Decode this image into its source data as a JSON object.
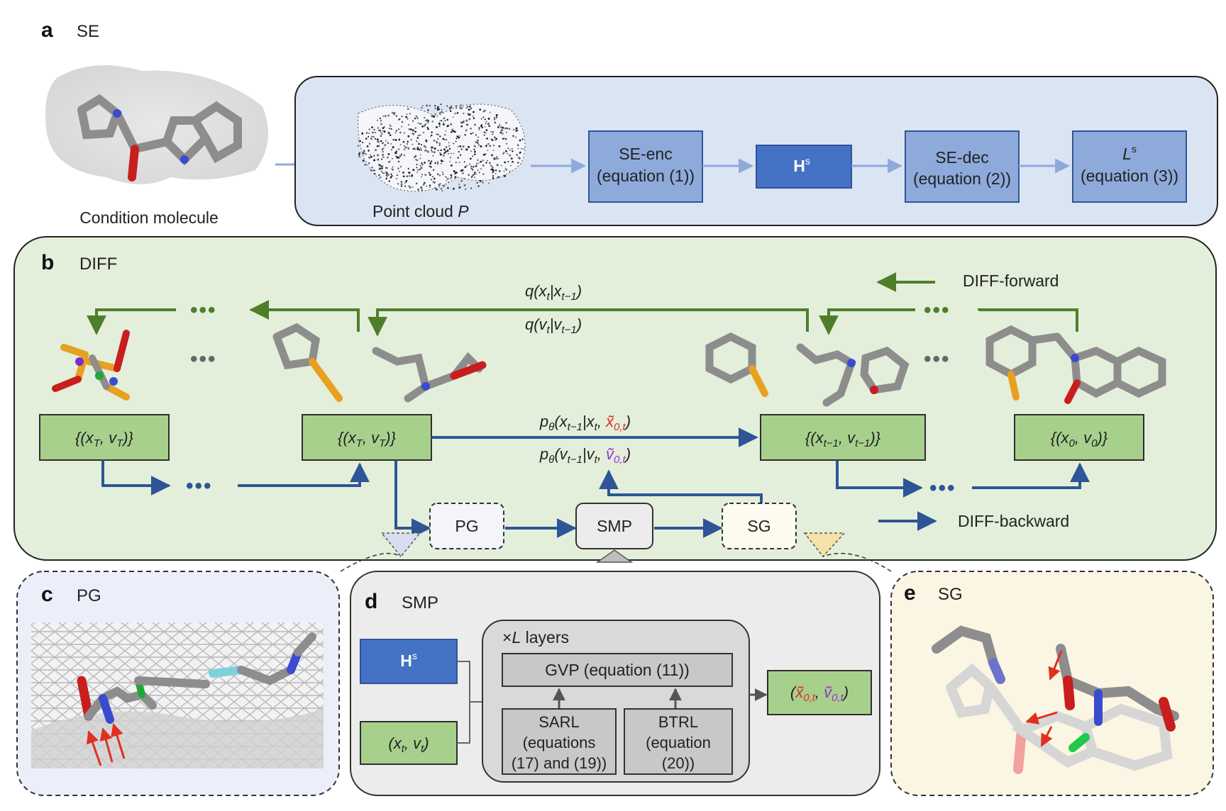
{
  "panel_a": {
    "letter": "a",
    "title": "SE",
    "condition_caption": "Condition molecule",
    "pointcloud_caption": "Point cloud",
    "pointcloud_symbol": "P",
    "se_enc": {
      "line1": "SE-enc",
      "line2": "(equation (1))"
    },
    "hs": {
      "base": "H",
      "sup": "s"
    },
    "se_dec": {
      "line1": "SE-dec",
      "line2": "(equation (2))"
    },
    "loss": {
      "base": "L",
      "sup": "s",
      "line2": "(equation (3))"
    }
  },
  "panel_b": {
    "letter": "b",
    "title": "DIFF",
    "forward_label": "DIFF-forward",
    "backward_label": "DIFF-backward",
    "ellipsis": "•••",
    "q_x": "q(x_t|x_t−1)",
    "q_v": "q(v_t|v_t−1)",
    "p_x": "p_θ(x_t−1|x_t, x̃_0,t)",
    "p_v": "p_θ(v_t−1|v_t, ṽ_0,t)",
    "state_T": "{(x_T, v_T)}",
    "state_t1": "{(x_t−1, v_t−1)}",
    "state_0": "{(x_0, v_0)}",
    "pg": "PG",
    "smp": "SMP",
    "sg": "SG"
  },
  "panel_c": {
    "letter": "c",
    "title": "PG"
  },
  "panel_d": {
    "letter": "d",
    "title": "SMP",
    "layers": "×L layers",
    "gvp": "GVP (equation (11))",
    "sarl": [
      "SARL",
      "(equations",
      "(17) and (19))"
    ],
    "btrl": [
      "BTRL",
      "(equation",
      "(20))"
    ],
    "hs": {
      "base": "H",
      "sup": "s"
    },
    "input_xv": "(x_t, v_t)",
    "output": "(x̃_0,t, ṽ_0,t)"
  },
  "panel_e": {
    "letter": "e",
    "title": "SG"
  },
  "colors": {
    "panel_a_bg": "#dbe4f3",
    "panel_b_bg": "#e3efda",
    "panel_c_bg": "#eceef9",
    "panel_d_bg": "#ececec",
    "panel_e_bg": "#fbf5e3",
    "forward_arrow": "#4f7e2b",
    "backward_arrow": "#2e5597",
    "se_box": "#8eaadb",
    "hs_box": "#4472c4",
    "state_box": "#a8d08d",
    "red_accent": "#e03020",
    "purple_accent": "#9932cc"
  },
  "icons": [
    "molecule-icon",
    "point-cloud-icon",
    "protein-mesh-icon",
    "arrow-icon"
  ]
}
